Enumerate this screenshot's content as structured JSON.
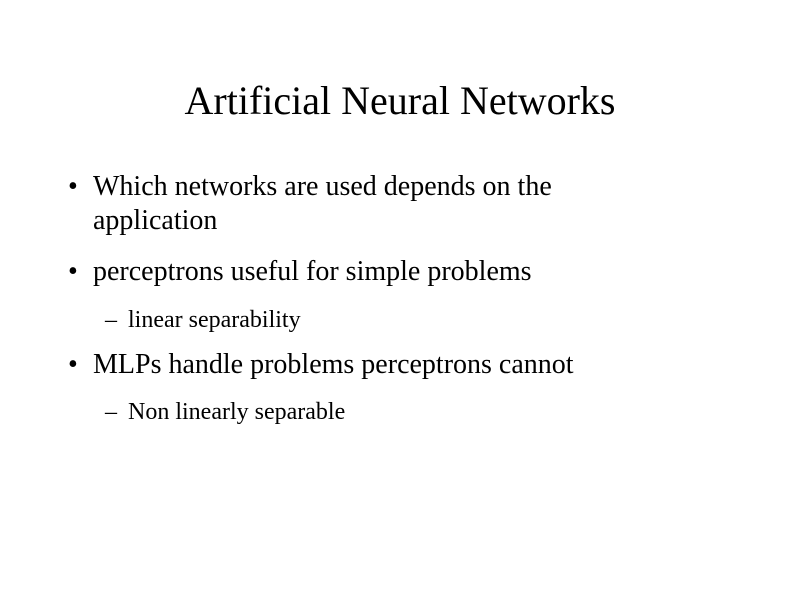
{
  "slide": {
    "title": "Artificial Neural Networks",
    "bullet_glyph": "•",
    "sub_glyph": "–",
    "items": [
      {
        "text": "Which networks are used depends on the application",
        "level": 1
      },
      {
        "text": "perceptrons useful for simple problems",
        "level": 1
      },
      {
        "text": "linear separability",
        "level": 2
      },
      {
        "text": "MLPs handle problems perceptrons cannot",
        "level": 1
      },
      {
        "text": "Non linearly separable",
        "level": 2
      }
    ]
  }
}
